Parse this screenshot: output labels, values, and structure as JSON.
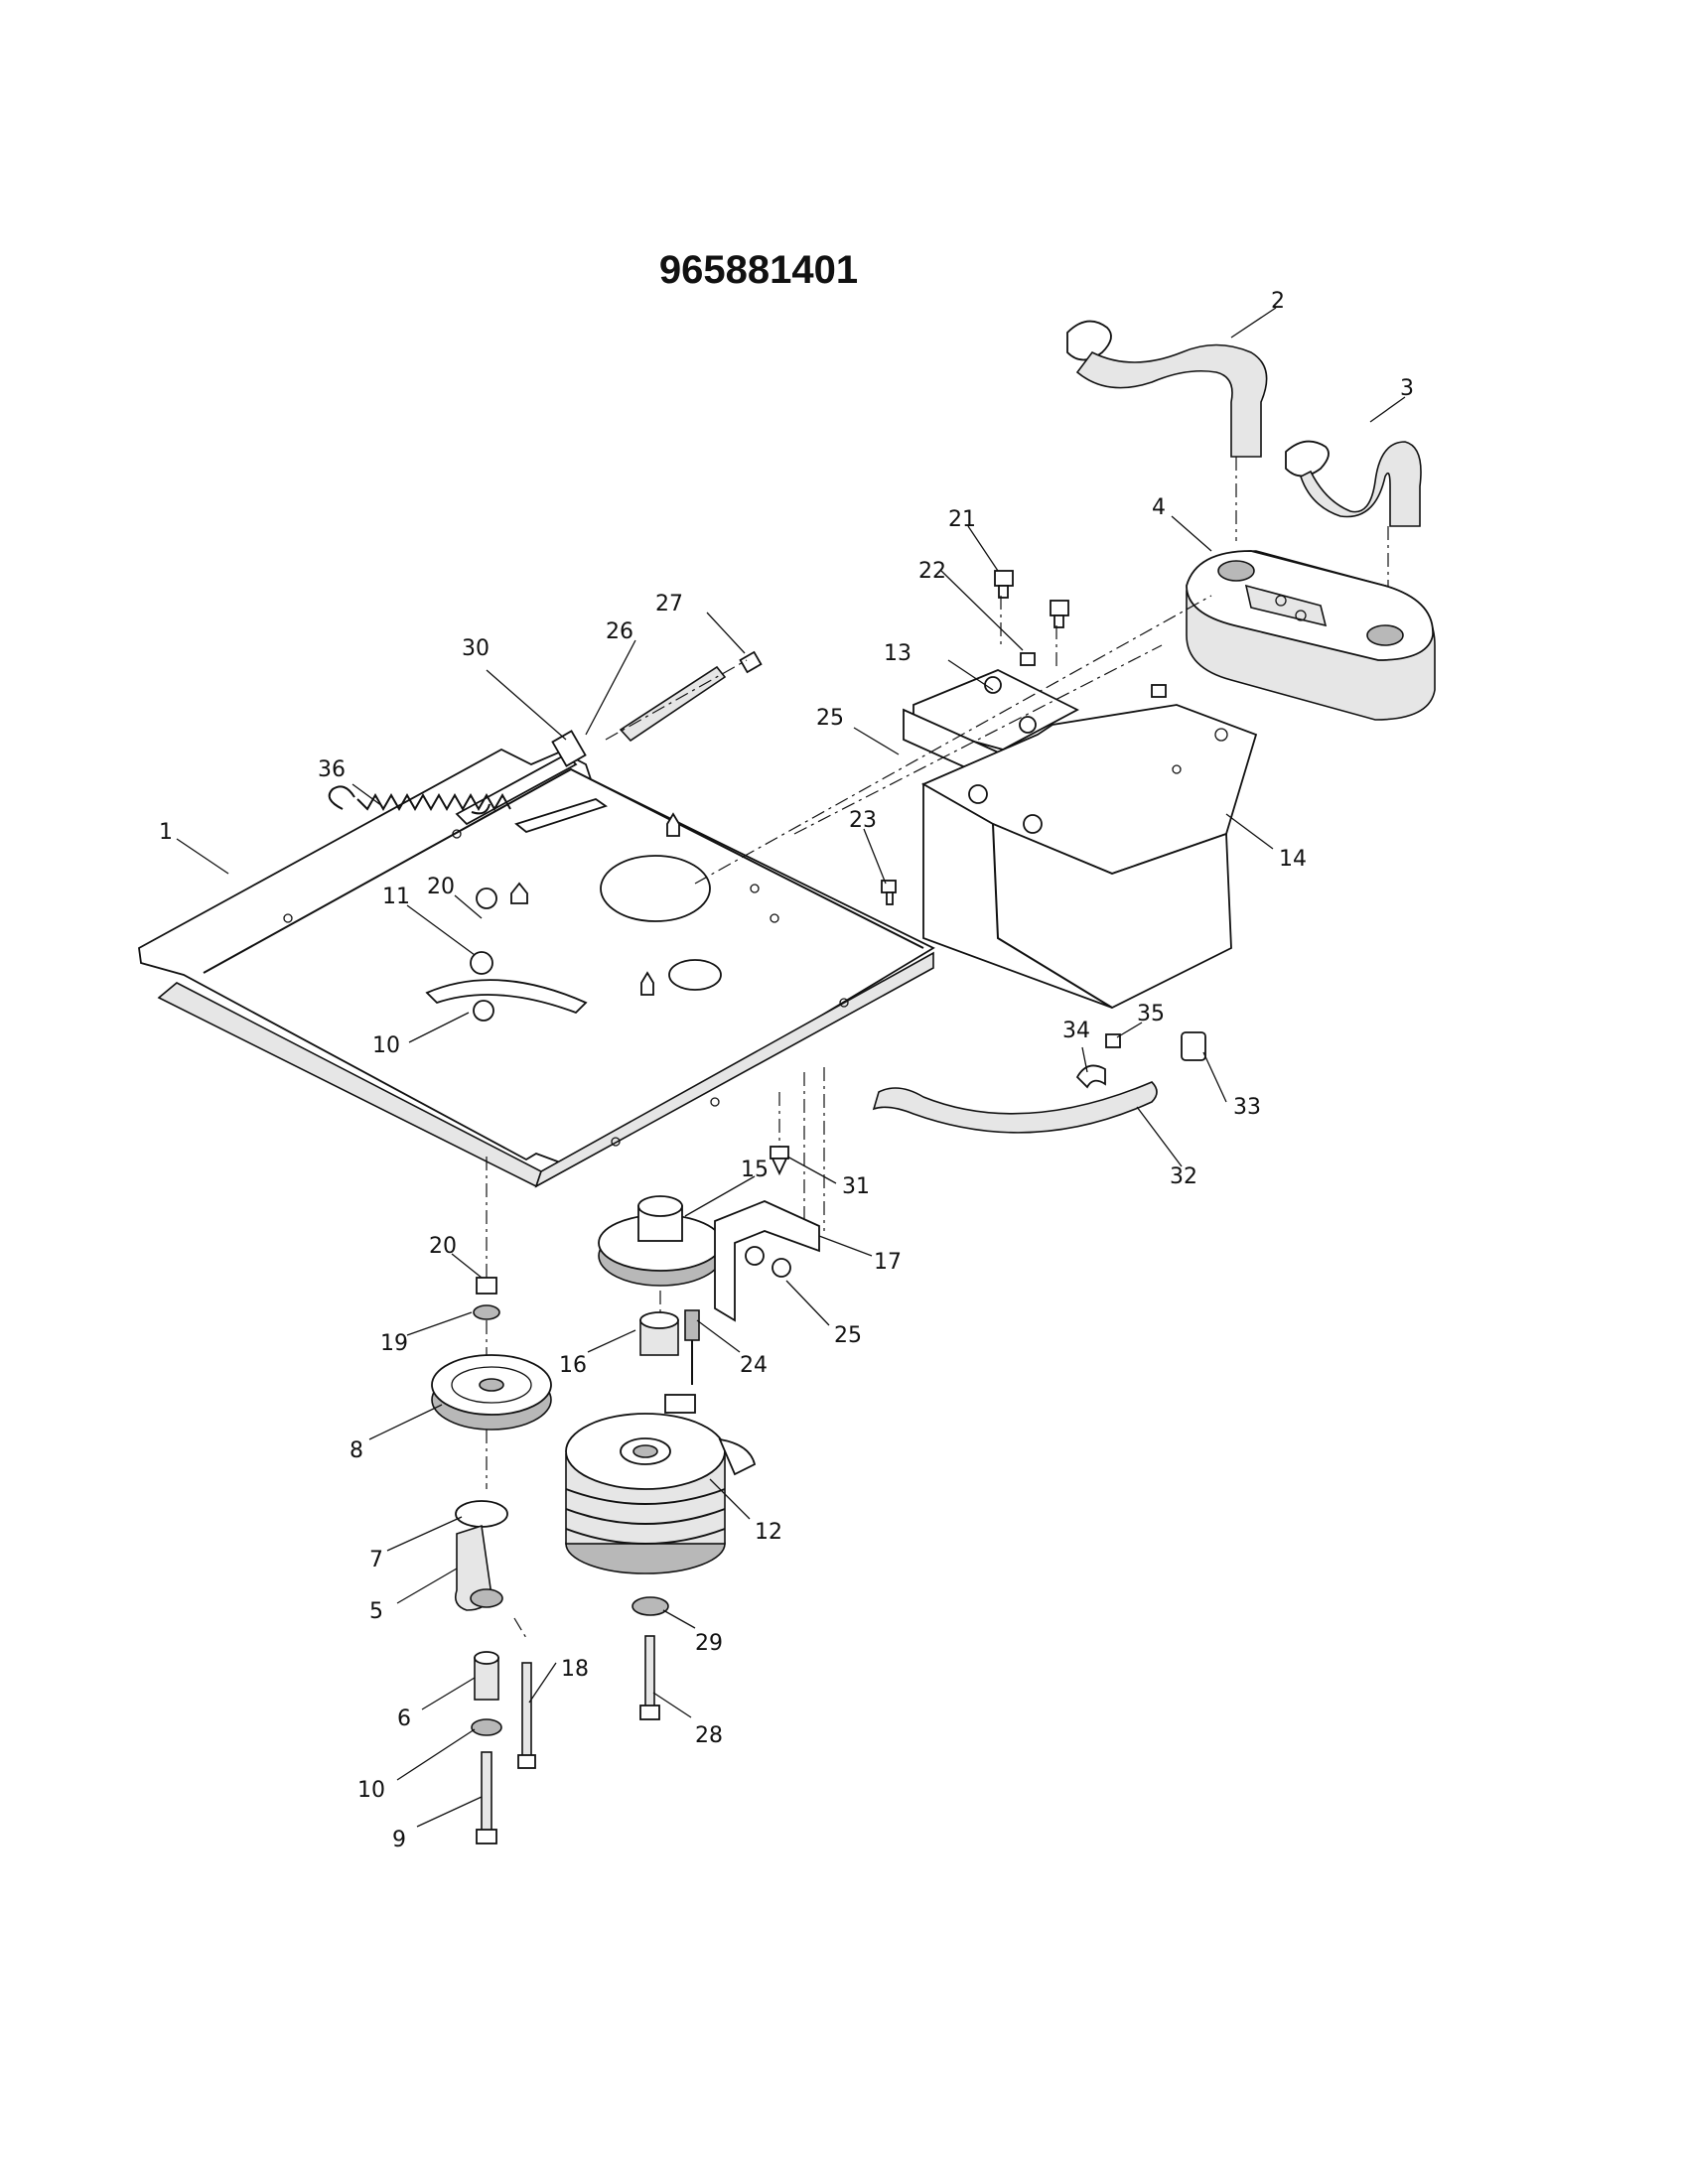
{
  "diagram": {
    "part_number": "965881401",
    "callouts": [
      "1",
      "2",
      "3",
      "4",
      "5",
      "6",
      "7",
      "8",
      "9",
      "10",
      "10",
      "11",
      "12",
      "13",
      "14",
      "15",
      "16",
      "17",
      "18",
      "19",
      "20",
      "20",
      "21",
      "22",
      "23",
      "24",
      "25",
      "25",
      "26",
      "27",
      "28",
      "29",
      "30",
      "31",
      "32",
      "33",
      "34",
      "35",
      "36"
    ]
  }
}
